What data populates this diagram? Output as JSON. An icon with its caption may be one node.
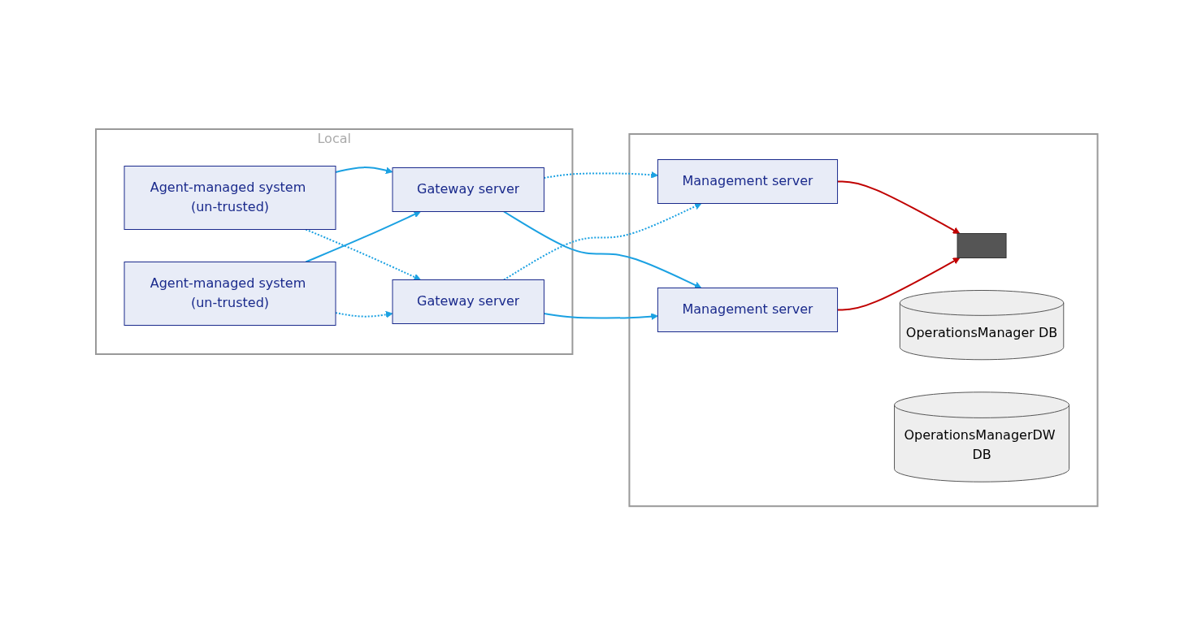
{
  "diagram": {
    "nodes": [
      {
        "text": [
          "Local"
        ]
      },
      {
        "text": [
          "Agent-managed system (un-trusted)"
        ],
        "in": 0
      },
      {
        "text": [
          "Agent-managed system (un-trusted)"
        ],
        "in": 0
      },
      {
        "text": [
          "Gateway server"
        ],
        "in": 0
      },
      {
        "text": [
          "Gateway server"
        ],
        "in": 0
      },
      {
        "text": [],
        "shape": "box"
      },
      {
        "text": [],
        "shape": "box",
        "in": 5
      },
      {
        "text": [
          "OperationsManager DB"
        ],
        "in": 5
      },
      {
        "text": [
          "OperationsManagerDW DB"
        ],
        "in": 5
      },
      {
        "text": [
          "Management server"
        ],
        "in": 5
      },
      {
        "text": [
          "Management server"
        ],
        "in": 5
      }
    ],
    "edges": [
      {
        "from": 1,
        "to": 3,
        "arrow": "to"
      },
      {
        "from": 2,
        "to": 3,
        "arrow": "to"
      },
      {
        "from": 1,
        "to": 4,
        "arrow": "to",
        "style": "dashed"
      },
      {
        "from": 2,
        "to": 4,
        "arrow": "to",
        "style": "dashed"
      },
      {
        "from": 3,
        "to": 9,
        "arrow": "to",
        "style": "dashed"
      },
      {
        "from": 3,
        "to": 10,
        "arrow": "to"
      },
      {
        "from": 4,
        "to": 9,
        "arrow": "to",
        "style": "dashed"
      },
      {
        "from": 4,
        "to": 10,
        "arrow": "to"
      },
      {
        "from": 9,
        "to": 6,
        "arrow": "to",
        "color": "#c00000"
      },
      {
        "from": 10,
        "to": 6,
        "arrow": "to",
        "color": "#c00000"
      }
    ]
  }
}
